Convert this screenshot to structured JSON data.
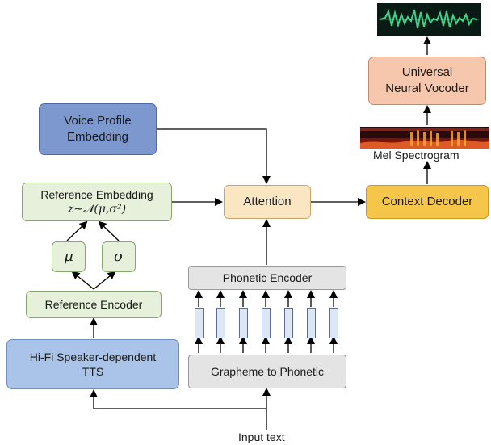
{
  "nodes": {
    "voice_profile": [
      "Voice Profile",
      "Embedding"
    ],
    "reference_embedding": {
      "title": "Reference Embedding",
      "formula": "z∼𝒩(μ,σ²)"
    },
    "mu": "μ",
    "sigma": "σ",
    "reference_encoder": "Reference Encoder",
    "hifi_tts": [
      "Hi-Fi Speaker-dependent",
      "TTS"
    ],
    "attention": "Attention",
    "context_decoder": "Context Decoder",
    "vocoder": [
      "Universal",
      "Neural Vocoder"
    ],
    "phonetic_encoder": "Phonetic Encoder",
    "g2p": "Grapheme to Phonetic",
    "mel_label": "Mel Spectrogram",
    "input_text": "Input text"
  },
  "colors": {
    "voice_profile": "#7d98cf",
    "hifi_tts": "#a9c4e8",
    "reference": "#e6f0da",
    "attention": "#fbe6c4",
    "context_decoder": "#f6c64b",
    "vocoder": "#f7c7ad",
    "encoder": "#e4e4e4",
    "spectrogram": "#c4301a",
    "waveform": "#3fd38a"
  },
  "phonetic_cells": 7
}
